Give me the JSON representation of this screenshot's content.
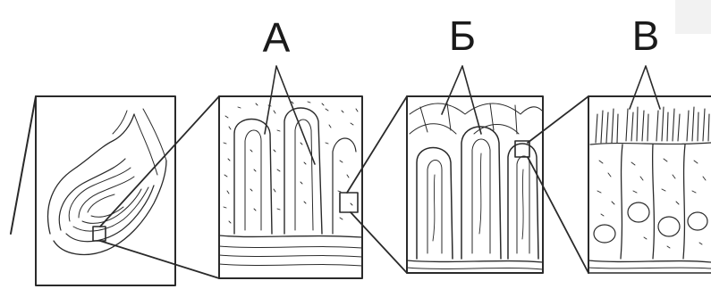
{
  "labels": {
    "a": "А",
    "b": "Б",
    "c": "В"
  }
}
